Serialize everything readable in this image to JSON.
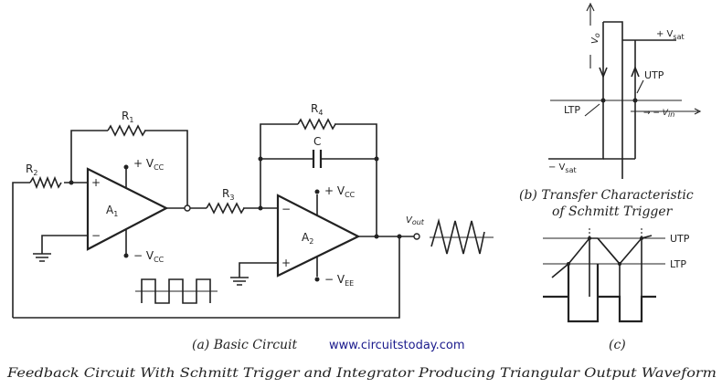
{
  "diagram": {
    "colors": {
      "ink": "#222222",
      "website": "#1a1a8c",
      "background": "#ffffff"
    },
    "circuit": {
      "resistors": {
        "r1": {
          "main": "R",
          "sub": "1"
        },
        "r2": {
          "main": "R",
          "sub": "2"
        },
        "r3": {
          "main": "R",
          "sub": "3"
        },
        "r4": {
          "main": "R",
          "sub": "4"
        }
      },
      "capacitor": "C",
      "opamp1": {
        "main": "A",
        "sub": "1",
        "plus": "+",
        "minus": "−"
      },
      "opamp2": {
        "main": "A",
        "sub": "2",
        "plus": "+",
        "minus": "−"
      },
      "supply1_pos": {
        "main": "+ V",
        "sub": "CC"
      },
      "supply1_neg": {
        "main": "− V",
        "sub": "CC"
      },
      "supply2_pos": {
        "main": "+ V",
        "sub": "CC"
      },
      "supply2_neg": {
        "main": "− V",
        "sub": "EE"
      },
      "output": {
        "main": "V",
        "sub": "out"
      }
    },
    "transfer": {
      "vo_axis": {
        "main": "V",
        "sub": "o"
      },
      "vin_axis": {
        "main": "→ − V",
        "sub": "in"
      },
      "vsat_pos": {
        "main": "+ V",
        "sub": "sat"
      },
      "vsat_neg": {
        "main": "− V",
        "sub": "sat"
      },
      "utp": "UTP",
      "ltp": "LTP"
    },
    "waveform_c": {
      "utp": "UTP",
      "ltp": "LTP"
    },
    "captions": {
      "a": "(a) Basic Circuit",
      "b_line1": "(b) Transfer Characteristic",
      "b_line2": "of Schmitt Trigger",
      "c": "(c)",
      "website": "www.circuitstoday.com",
      "main": "Feedback Circuit With Schmitt Trigger and Integrator Producing Triangular Output Waveform"
    }
  }
}
